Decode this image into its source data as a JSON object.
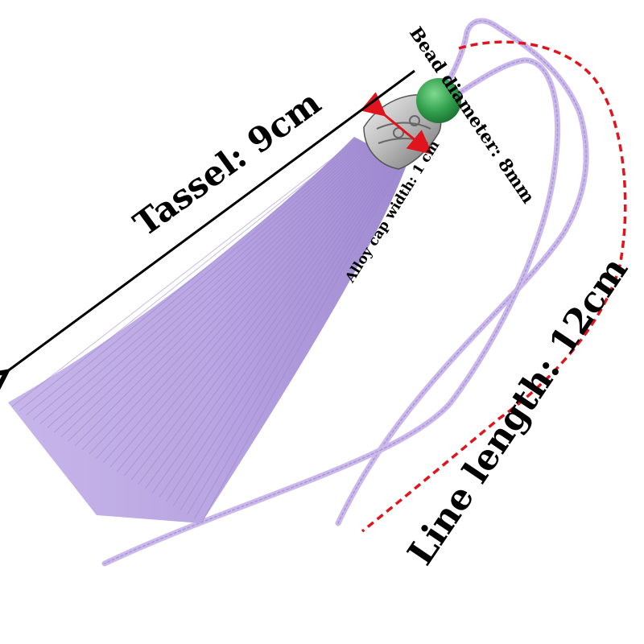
{
  "labels": {
    "tassel": "Tassel: 9cm",
    "line_length": "Line length: 12cm",
    "bead_diameter": "Bead diameter: 8mm",
    "cap_width": "Alloy cap width: 1 cm"
  },
  "colors": {
    "tassel": "#b9a6e2",
    "tassel_shadow": "#9f8ad1",
    "cord": "#cbb9ec",
    "bead": "#2f9e4b",
    "cap": "#c8c8c8",
    "dash_line": "#e0141c",
    "cap_arrow": "#e0141c",
    "arrow": "#000000"
  }
}
